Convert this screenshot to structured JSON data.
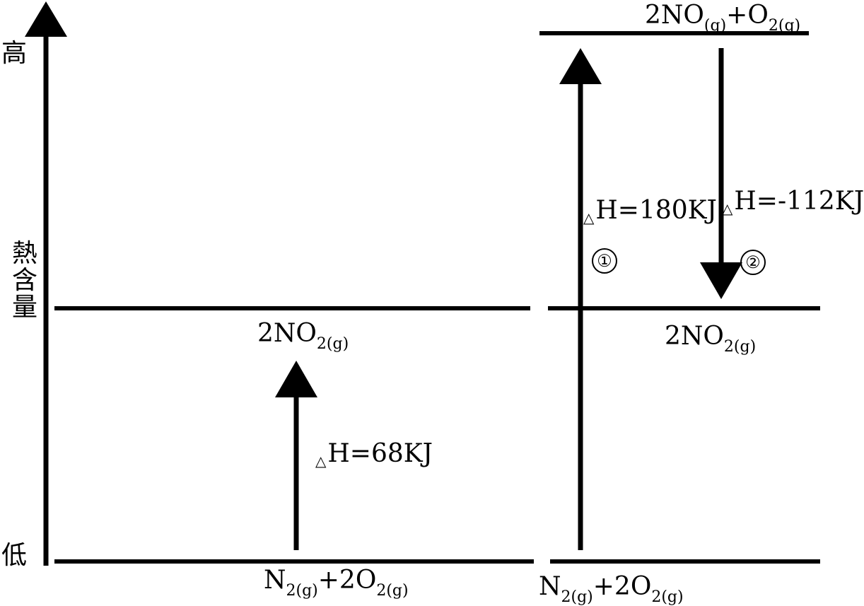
{
  "axis": {
    "high_label": "高",
    "low_label": "低",
    "title_chars": [
      "熱",
      "含",
      "量"
    ]
  },
  "left_diagram": {
    "upper_level": {
      "prefix": "2NO",
      "sub": "2(g)"
    },
    "lower_level": {
      "p1": "N",
      "s1": "2(g)",
      "p2": "+2O",
      "s2": "2(g)"
    },
    "arrow": {
      "triangle": "△",
      "text": "H=68KJ"
    }
  },
  "right_diagram": {
    "top_level": {
      "p1": "2NO",
      "s1": "(g)",
      "p2": "+O",
      "s2": "2(g)"
    },
    "middle_level": {
      "prefix": "2NO",
      "sub": "2(g)"
    },
    "lower_level": {
      "p1": "N",
      "s1": "2(g)",
      "p2": "+2O",
      "s2": "2(g)"
    },
    "arrow_1": {
      "triangle": "△",
      "text": "H=180KJ",
      "marker": "①"
    },
    "arrow_2": {
      "triangle": "△",
      "text": "H=-112KJ",
      "marker": "②"
    }
  }
}
